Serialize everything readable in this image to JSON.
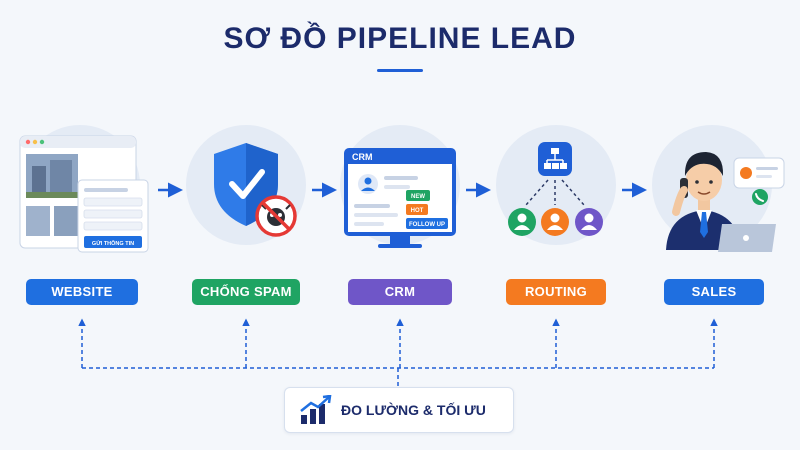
{
  "title": "SƠ ĐỒ PIPELINE LEAD",
  "colors": {
    "navy": "#1c2b6b",
    "blue": "#1f6fe0",
    "green": "#1fa463",
    "purple": "#6f56c8",
    "orange": "#f47a20"
  },
  "stages": [
    {
      "label": "WEBSITE",
      "icon": "website-form-icon",
      "form_button": "GỬI THÔNG TIN",
      "color": "#1f6fe0"
    },
    {
      "label": "CHỐNG SPAM",
      "icon": "shield-check-icon",
      "color": "#1fa463"
    },
    {
      "label": "CRM",
      "icon": "crm-monitor-icon",
      "screen_title": "CRM",
      "tags": [
        "NEW",
        "HOT",
        "FOLLOW UP"
      ],
      "color": "#6f56c8"
    },
    {
      "label": "ROUTING",
      "icon": "routing-hierarchy-icon",
      "color": "#f47a20"
    },
    {
      "label": "SALES",
      "icon": "sales-agent-icon",
      "color": "#1f6fe0"
    }
  ],
  "feedback": {
    "label": "ĐO LƯỜNG & TỐI ƯU",
    "icon": "bar-chart-growth-icon"
  }
}
